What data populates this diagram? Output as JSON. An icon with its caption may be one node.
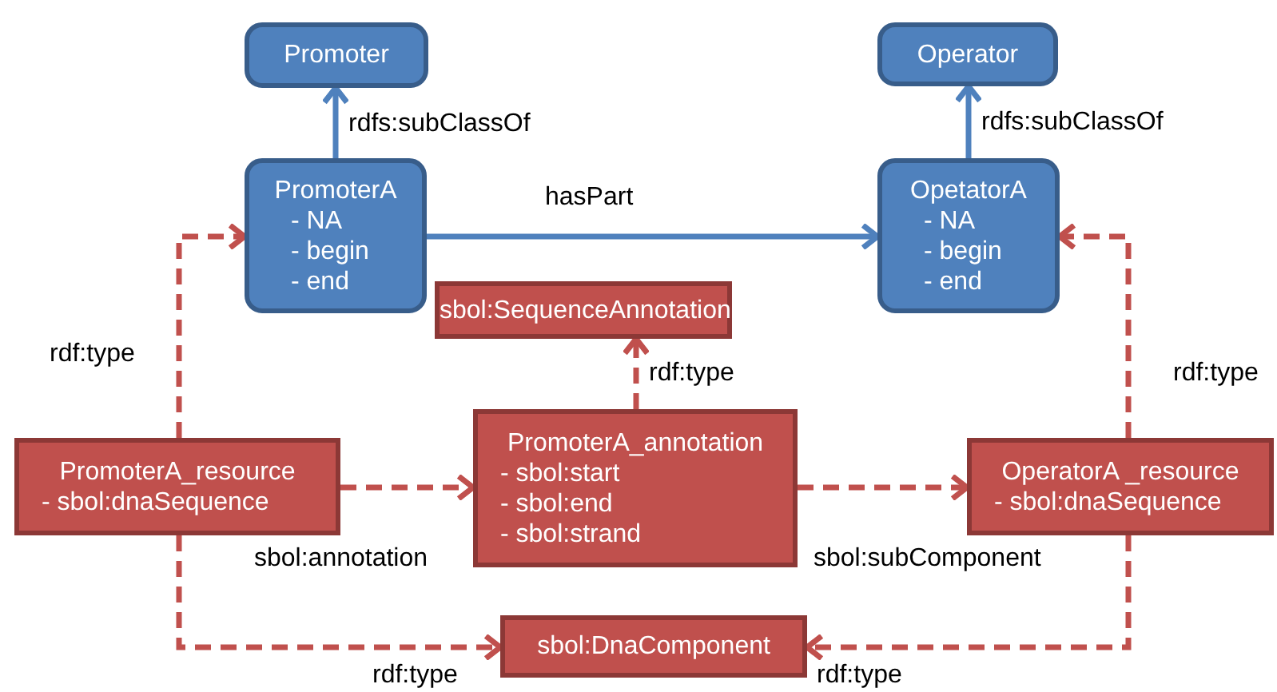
{
  "diagram": {
    "nodes": [
      {
        "text": [
          "Promoter"
        ]
      },
      {
        "text": [
          "Operator"
        ]
      },
      {
        "text": [
          "PromoterA",
          "- NA",
          "- begin",
          "- end"
        ]
      },
      {
        "text": [
          "OpetatorA",
          "- NA",
          "- begin",
          "- end"
        ]
      },
      {
        "text": [
          "sbol:SequenceAnnotation"
        ]
      },
      {
        "text": [
          "PromoterA_resource",
          "- sbol:dnaSequence"
        ]
      },
      {
        "text": [
          "PromoterA_annotation",
          "- sbol:start",
          "- sbol:end",
          "- sbol:strand"
        ]
      },
      {
        "text": [
          "OperatorA _resource",
          "- sbol:dnaSequence"
        ]
      },
      {
        "text": [
          "sbol:DnaComponent"
        ]
      }
    ],
    "edges": [
      {
        "from": 2,
        "to": 0,
        "arrow": "to",
        "label": "rdfs:subClassOf",
        "color": "#4f81bd"
      },
      {
        "from": 3,
        "to": 1,
        "arrow": "to",
        "label": "rdfs:subClassOf",
        "color": "#4f81bd"
      },
      {
        "from": 2,
        "to": 3,
        "arrow": "to",
        "label": "hasPart",
        "color": "#4f81bd"
      },
      {
        "from": 5,
        "to": 2,
        "arrow": "to",
        "label": "rdf:type",
        "style": "dashed"
      },
      {
        "from": 6,
        "to": 4,
        "arrow": "to",
        "label": "rdf:type",
        "style": "dashed"
      },
      {
        "from": 5,
        "to": 6,
        "arrow": "to",
        "label": "sbol:annotation",
        "style": "dashed"
      },
      {
        "from": 6,
        "to": 7,
        "arrow": "to",
        "label": "sbol:subComponent",
        "style": "dashed"
      },
      {
        "from": 5,
        "to": 8,
        "arrow": "to",
        "label": "rdf:type",
        "style": "dashed"
      },
      {
        "from": 7,
        "to": 8,
        "arrow": "to",
        "label": "rdf:type",
        "style": "dashed"
      },
      {
        "from": 7,
        "to": 3,
        "arrow": "to",
        "label": "rdf:type",
        "style": "dashed"
      }
    ]
  }
}
